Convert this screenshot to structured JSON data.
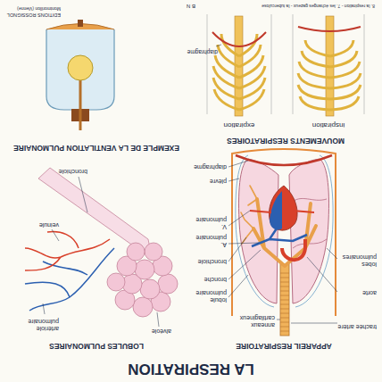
{
  "diagram": {
    "title": "LA RESPIRATION",
    "labels": [
      "APPAREIL RESPIRATOIRE",
      "LOBULES PULMONAIRES",
      "trachée artère",
      "anneaux cartilagineux",
      "aorte",
      "lobes pulmonaires",
      "lobule pulmonaire",
      "bronche",
      "bronchiole",
      "A. pulmonaire",
      "V. pulmonaire",
      "plèvre",
      "diaphragme",
      "alvéole",
      "artériole pulmonaire",
      "veinule",
      "bronchiole",
      "MOUVEMENTS RESPIRATOIRES",
      "inspiration",
      "expiration",
      "diaphragme",
      "EXEMPLE DE LA VENTILATION PULMONAIRE",
      "EDITIONS ROSSIGNOL",
      "Montmorillon (Vienne)",
      "B N",
      "8. la respiration - 7. les échanges gazeux - la tuberculose"
    ]
  }
}
